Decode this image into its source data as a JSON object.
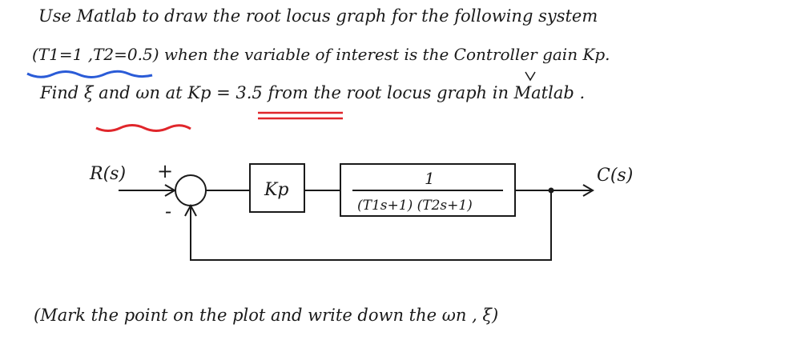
{
  "problem": {
    "line1": "Use Matlab to draw the root locus graph for the following system",
    "line2": "(T1=1 ,T2=0.5) when the variable of interest is the Controller gain Kp.",
    "line3": "Find ξ and ωn at Kp = 3.5 from the root locus graph in Matlab .",
    "note": "(Mark the point on the plot and write down the ωn , ξ)"
  },
  "diagram": {
    "input": "R(s)",
    "plus": "+",
    "minus": "-",
    "gain": "Kp",
    "tf_num": "1",
    "tf_den": "(T1s+1) (T2s+1)",
    "output": "C(s)"
  },
  "colors": {
    "ink": "#1a1a1a",
    "blue_underline": "#2a5bd7",
    "red_underline": "#e0262b"
  }
}
